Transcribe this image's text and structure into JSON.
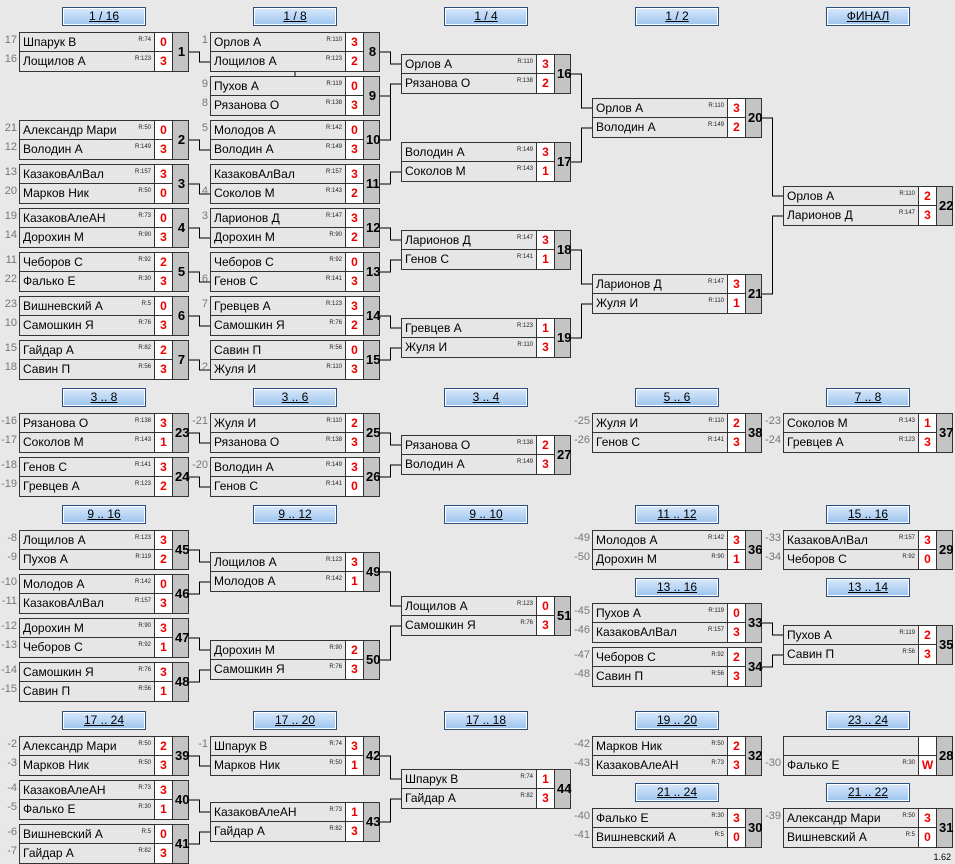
{
  "version": "1.62",
  "colors": {
    "score": "#e00000",
    "header_top": "#d8e8fb",
    "header_bottom": "#9cc4ee",
    "match_num_bg": "#c4c4c4",
    "player_bg": "#e6e6e6"
  },
  "headers": [
    "1 / 16",
    "1 / 8",
    "1 / 4",
    "1 / 2",
    "ФИНАЛ",
    "3 .. 8",
    "3 .. 6",
    "3 .. 4",
    "5 .. 6",
    "7 .. 8",
    "9 .. 16",
    "9 .. 12",
    "9 .. 10",
    "11 .. 12",
    "15 .. 16",
    "13 .. 16",
    "13 .. 14",
    "17 .. 24",
    "17 .. 20",
    "17 .. 18",
    "19 .. 20",
    "23 .. 24",
    "21 .. 24",
    "21 .. 22"
  ],
  "matches": [
    {
      "num": "1",
      "p1": {
        "name": "Шпарук В",
        "rating": "R:74",
        "score": "0",
        "seed": "17"
      },
      "p2": {
        "name": "Лощилов А",
        "rating": "R:123",
        "score": "3",
        "seed": "16"
      }
    },
    {
      "num": "2",
      "p1": {
        "name": "Александр Мари",
        "rating": "R:50",
        "score": "0",
        "seed": "21"
      },
      "p2": {
        "name": "Володин А",
        "rating": "R:149",
        "score": "3",
        "seed": "12"
      }
    },
    {
      "num": "3",
      "p1": {
        "name": "КазаковАлВал",
        "rating": "R:157",
        "score": "3",
        "seed": "13"
      },
      "p2": {
        "name": "Марков Ник",
        "rating": "R:50",
        "score": "0",
        "seed": "20"
      }
    },
    {
      "num": "4",
      "p1": {
        "name": "КазаковАлеАН",
        "rating": "R:73",
        "score": "0",
        "seed": "19"
      },
      "p2": {
        "name": "Дорохин М",
        "rating": "R:90",
        "score": "3",
        "seed": "14"
      }
    },
    {
      "num": "5",
      "p1": {
        "name": "Чеборов С",
        "rating": "R:92",
        "score": "2",
        "seed": "11"
      },
      "p2": {
        "name": "Фалько Е",
        "rating": "R:30",
        "score": "3",
        "seed": "22"
      }
    },
    {
      "num": "6",
      "p1": {
        "name": "Вишневский А",
        "rating": "R:5",
        "score": "0",
        "seed": "23"
      },
      "p2": {
        "name": "Самошкин Я",
        "rating": "R:76",
        "score": "3",
        "seed": "10"
      }
    },
    {
      "num": "7",
      "p1": {
        "name": "Гайдар А",
        "rating": "R:82",
        "score": "2",
        "seed": "15"
      },
      "p2": {
        "name": "Савин П",
        "rating": "R:56",
        "score": "3",
        "seed": "18"
      }
    },
    {
      "num": "8",
      "p1": {
        "name": "Орлов А",
        "rating": "R:110",
        "score": "3",
        "seed": "1"
      },
      "p2": {
        "name": "Лощилов А",
        "rating": "R:123",
        "score": "2",
        "seed": ""
      }
    },
    {
      "num": "9",
      "p1": {
        "name": "Пухов А",
        "rating": "R:119",
        "score": "0",
        "seed": "9"
      },
      "p2": {
        "name": "Рязанова О",
        "rating": "R:138",
        "score": "3",
        "seed": "8"
      }
    },
    {
      "num": "10",
      "p1": {
        "name": "Молодов А",
        "rating": "R:142",
        "score": "0",
        "seed": "5"
      },
      "p2": {
        "name": "Володин А",
        "rating": "R:149",
        "score": "3",
        "seed": ""
      }
    },
    {
      "num": "11",
      "p1": {
        "name": "КазаковАлВал",
        "rating": "R:157",
        "score": "3",
        "seed": ""
      },
      "p2": {
        "name": "Соколов М",
        "rating": "R:143",
        "score": "2",
        "seed": "4"
      }
    },
    {
      "num": "12",
      "p1": {
        "name": "Ларионов Д",
        "rating": "R:147",
        "score": "3",
        "seed": "3"
      },
      "p2": {
        "name": "Дорохин М",
        "rating": "R:90",
        "score": "2",
        "seed": ""
      }
    },
    {
      "num": "13",
      "p1": {
        "name": "Чеборов С",
        "rating": "R:92",
        "score": "0",
        "seed": ""
      },
      "p2": {
        "name": "Генов С",
        "rating": "R:141",
        "score": "3",
        "seed": "6"
      }
    },
    {
      "num": "14",
      "p1": {
        "name": "Гревцев А",
        "rating": "R:123",
        "score": "3",
        "seed": "7"
      },
      "p2": {
        "name": "Самошкин Я",
        "rating": "R:76",
        "score": "2",
        "seed": ""
      }
    },
    {
      "num": "15",
      "p1": {
        "name": "Савин П",
        "rating": "R:56",
        "score": "0",
        "seed": ""
      },
      "p2": {
        "name": "Жуля И",
        "rating": "R:110",
        "score": "3",
        "seed": "2"
      }
    },
    {
      "num": "16",
      "p1": {
        "name": "Орлов А",
        "rating": "R:110",
        "score": "3",
        "seed": ""
      },
      "p2": {
        "name": "Рязанова О",
        "rating": "R:138",
        "score": "2",
        "seed": ""
      }
    },
    {
      "num": "17",
      "p1": {
        "name": "Володин А",
        "rating": "R:149",
        "score": "3",
        "seed": ""
      },
      "p2": {
        "name": "Соколов М",
        "rating": "R:143",
        "score": "1",
        "seed": ""
      }
    },
    {
      "num": "18",
      "p1": {
        "name": "Ларионов Д",
        "rating": "R:147",
        "score": "3",
        "seed": ""
      },
      "p2": {
        "name": "Генов С",
        "rating": "R:141",
        "score": "1",
        "seed": ""
      }
    },
    {
      "num": "19",
      "p1": {
        "name": "Гревцев А",
        "rating": "R:123",
        "score": "1",
        "seed": ""
      },
      "p2": {
        "name": "Жуля И",
        "rating": "R:110",
        "score": "3",
        "seed": ""
      }
    },
    {
      "num": "20",
      "p1": {
        "name": "Орлов А",
        "rating": "R:110",
        "score": "3",
        "seed": ""
      },
      "p2": {
        "name": "Володин А",
        "rating": "R:149",
        "score": "2",
        "seed": ""
      }
    },
    {
      "num": "21",
      "p1": {
        "name": "Ларионов Д",
        "rating": "R:147",
        "score": "3",
        "seed": ""
      },
      "p2": {
        "name": "Жуля И",
        "rating": "R:110",
        "score": "1",
        "seed": ""
      }
    },
    {
      "num": "22",
      "p1": {
        "name": "Орлов А",
        "rating": "R:110",
        "score": "2",
        "seed": ""
      },
      "p2": {
        "name": "Ларионов Д",
        "rating": "R:147",
        "score": "3",
        "seed": ""
      }
    },
    {
      "num": "23",
      "p1": {
        "name": "Рязанова О",
        "rating": "R:138",
        "score": "3",
        "seed": "-16"
      },
      "p2": {
        "name": "Соколов М",
        "rating": "R:143",
        "score": "1",
        "seed": "-17"
      }
    },
    {
      "num": "24",
      "p1": {
        "name": "Генов С",
        "rating": "R:141",
        "score": "3",
        "seed": "-18"
      },
      "p2": {
        "name": "Гревцев А",
        "rating": "R:123",
        "score": "2",
        "seed": "-19"
      }
    },
    {
      "num": "25",
      "p1": {
        "name": "Жуля И",
        "rating": "R:110",
        "score": "2",
        "seed": "-21"
      },
      "p2": {
        "name": "Рязанова О",
        "rating": "R:138",
        "score": "3",
        "seed": ""
      }
    },
    {
      "num": "26",
      "p1": {
        "name": "Володин А",
        "rating": "R:149",
        "score": "3",
        "seed": "-20"
      },
      "p2": {
        "name": "Генов С",
        "rating": "R:141",
        "score": "0",
        "seed": ""
      }
    },
    {
      "num": "27",
      "p1": {
        "name": "Рязанова О",
        "rating": "R:138",
        "score": "2",
        "seed": ""
      },
      "p2": {
        "name": "Володин А",
        "rating": "R:149",
        "score": "3",
        "seed": ""
      }
    },
    {
      "num": "38",
      "p1": {
        "name": "Жуля И",
        "rating": "R:110",
        "score": "2",
        "seed": "-25"
      },
      "p2": {
        "name": "Генов С",
        "rating": "R:141",
        "score": "3",
        "seed": "-26"
      }
    },
    {
      "num": "37",
      "p1": {
        "name": "Соколов М",
        "rating": "R:143",
        "score": "1",
        "seed": "-23"
      },
      "p2": {
        "name": "Гревцев А",
        "rating": "R:123",
        "score": "3",
        "seed": "-24"
      }
    },
    {
      "num": "45",
      "p1": {
        "name": "Лощилов А",
        "rating": "R:123",
        "score": "3",
        "seed": "-8"
      },
      "p2": {
        "name": "Пухов А",
        "rating": "R:119",
        "score": "2",
        "seed": "-9"
      }
    },
    {
      "num": "46",
      "p1": {
        "name": "Молодов А",
        "rating": "R:142",
        "score": "0",
        "seed": "-10"
      },
      "p2": {
        "name": "КазаковАлВал",
        "rating": "R:157",
        "score": "3",
        "seed": "-11"
      }
    },
    {
      "num": "47",
      "p1": {
        "name": "Дорохин М",
        "rating": "R:90",
        "score": "3",
        "seed": "-12"
      },
      "p2": {
        "name": "Чеборов С",
        "rating": "R:92",
        "score": "1",
        "seed": "-13"
      }
    },
    {
      "num": "48",
      "p1": {
        "name": "Самошкин Я",
        "rating": "R:76",
        "score": "3",
        "seed": "-14"
      },
      "p2": {
        "name": "Савин П",
        "rating": "R:56",
        "score": "1",
        "seed": "-15"
      }
    },
    {
      "num": "49",
      "p1": {
        "name": "Лощилов А",
        "rating": "R:123",
        "score": "3",
        "seed": ""
      },
      "p2": {
        "name": "Молодов А",
        "rating": "R:142",
        "score": "1",
        "seed": ""
      }
    },
    {
      "num": "50",
      "p1": {
        "name": "Дорохин М",
        "rating": "R:90",
        "score": "2",
        "seed": ""
      },
      "p2": {
        "name": "Самошкин Я",
        "rating": "R:76",
        "score": "3",
        "seed": ""
      }
    },
    {
      "num": "51",
      "p1": {
        "name": "Лощилов А",
        "rating": "R:123",
        "score": "0",
        "seed": ""
      },
      "p2": {
        "name": "Самошкин Я",
        "rating": "R:76",
        "score": "3",
        "seed": ""
      }
    },
    {
      "num": "36",
      "p1": {
        "name": "Молодов А",
        "rating": "R:142",
        "score": "3",
        "seed": "-49"
      },
      "p2": {
        "name": "Дорохин М",
        "rating": "R:90",
        "score": "1",
        "seed": "-50"
      }
    },
    {
      "num": "29",
      "p1": {
        "name": "КазаковАлВал",
        "rating": "R:157",
        "score": "3",
        "seed": "-33"
      },
      "p2": {
        "name": "Чеборов С",
        "rating": "R:92",
        "score": "0",
        "seed": "-34"
      }
    },
    {
      "num": "33",
      "p1": {
        "name": "Пухов А",
        "rating": "R:119",
        "score": "0",
        "seed": "-45"
      },
      "p2": {
        "name": "КазаковАлВал",
        "rating": "R:157",
        "score": "3",
        "seed": "-46"
      }
    },
    {
      "num": "34",
      "p1": {
        "name": "Чеборов С",
        "rating": "R:92",
        "score": "2",
        "seed": "-47"
      },
      "p2": {
        "name": "Савин П",
        "rating": "R:56",
        "score": "3",
        "seed": "-48"
      }
    },
    {
      "num": "35",
      "p1": {
        "name": "Пухов А",
        "rating": "R:119",
        "score": "2",
        "seed": ""
      },
      "p2": {
        "name": "Савин П",
        "rating": "R:56",
        "score": "3",
        "seed": ""
      }
    },
    {
      "num": "39",
      "p1": {
        "name": "Александр Мари",
        "rating": "R:50",
        "score": "2",
        "seed": "-2"
      },
      "p2": {
        "name": "Марков Ник",
        "rating": "R:50",
        "score": "3",
        "seed": "-3"
      }
    },
    {
      "num": "40",
      "p1": {
        "name": "КазаковАлеАН",
        "rating": "R:73",
        "score": "3",
        "seed": "-4"
      },
      "p2": {
        "name": "Фалько Е",
        "rating": "R:30",
        "score": "1",
        "seed": "-5"
      }
    },
    {
      "num": "41",
      "p1": {
        "name": "Вишневский А",
        "rating": "R:5",
        "score": "0",
        "seed": "-6"
      },
      "p2": {
        "name": "Гайдар А",
        "rating": "R:82",
        "score": "3",
        "seed": "-7"
      }
    },
    {
      "num": "42",
      "p1": {
        "name": "Шпарук В",
        "rating": "R:74",
        "score": "3",
        "seed": "-1"
      },
      "p2": {
        "name": "Марков Ник",
        "rating": "R:50",
        "score": "1",
        "seed": ""
      }
    },
    {
      "num": "43",
      "p1": {
        "name": "КазаковАлеАН",
        "rating": "R:73",
        "score": "1",
        "seed": ""
      },
      "p2": {
        "name": "Гайдар А",
        "rating": "R:82",
        "score": "3",
        "seed": ""
      }
    },
    {
      "num": "44",
      "p1": {
        "name": "Шпарук В",
        "rating": "R:74",
        "score": "1",
        "seed": ""
      },
      "p2": {
        "name": "Гайдар А",
        "rating": "R:82",
        "score": "3",
        "seed": ""
      }
    },
    {
      "num": "32",
      "p1": {
        "name": "Марков Ник",
        "rating": "R:50",
        "score": "2",
        "seed": "-42"
      },
      "p2": {
        "name": "КазаковАлеАН",
        "rating": "R:73",
        "score": "3",
        "seed": "-43"
      }
    },
    {
      "num": "28",
      "p1": {
        "name": "",
        "rating": "",
        "score": "",
        "seed": ""
      },
      "p2": {
        "name": "Фалько Е",
        "rating": "R:30",
        "score": "W",
        "seed": "-30"
      }
    },
    {
      "num": "30",
      "p1": {
        "name": "Фалько Е",
        "rating": "R:30",
        "score": "3",
        "seed": "-40"
      },
      "p2": {
        "name": "Вишневский А",
        "rating": "R:5",
        "score": "0",
        "seed": "-41"
      }
    },
    {
      "num": "31",
      "p1": {
        "name": "Александр Мари",
        "rating": "R:50",
        "score": "3",
        "seed": "-39"
      },
      "p2": {
        "name": "Вишневский А",
        "rating": "R:5",
        "score": "0",
        "seed": ""
      }
    }
  ]
}
